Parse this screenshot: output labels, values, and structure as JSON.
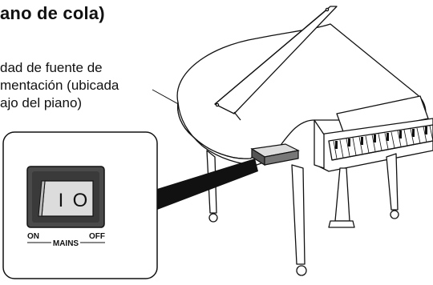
{
  "title": "ano de cola)",
  "callout": {
    "lines": [
      "dad de fuente de",
      "mentación (ubicada",
      "ajo del piano)"
    ]
  },
  "switch": {
    "on_symbol": "I",
    "off_symbol": "O",
    "on_label": "ON",
    "off_label": "OFF",
    "mains_label": "MAINS"
  },
  "colors": {
    "line": "#111111",
    "switch_body": "#4a4a4a",
    "switch_face": "#dcdcdc",
    "background": "#ffffff"
  }
}
